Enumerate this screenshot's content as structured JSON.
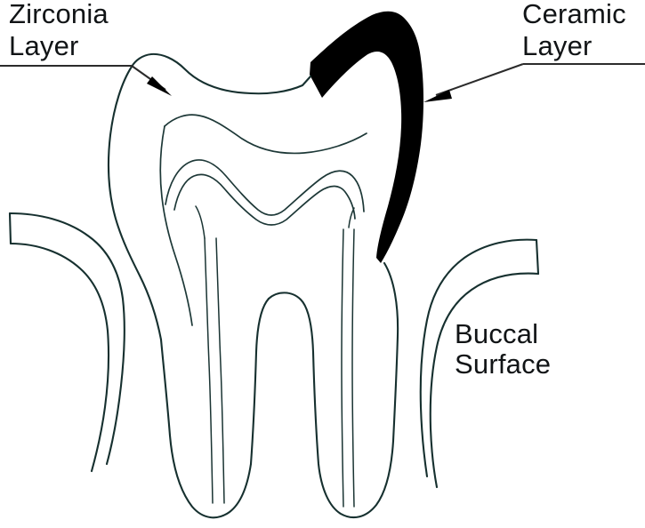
{
  "figure": {
    "title": "Cross-section of a layered dental crown on a molar",
    "background_color": "#ffffff",
    "line_color": "#16302f",
    "ceramic_color": "#000000",
    "text_color": "#111416"
  },
  "labels": {
    "zirconia": {
      "line1": "Zirconia",
      "line2": "Layer",
      "name": "zirconia-layer-label"
    },
    "ceramic": {
      "line1": "Ceramic",
      "line2": "Layer",
      "name": "ceramic-layer-label"
    },
    "buccal": {
      "line1": "Buccal",
      "line2": "Surface",
      "name": "buccal-surface-label"
    }
  },
  "annotations": [
    {
      "id": "zirconia-leader",
      "target": "inner zirconia coping layer beneath the outer crown contour",
      "arrow_direction": "down-right"
    },
    {
      "id": "ceramic-leader",
      "target": "black ceramic veneer band over the distal cusp",
      "arrow_direction": "down-left"
    }
  ],
  "structures": [
    {
      "name": "outer-crown-contour",
      "description": "Outer enamel / veneer crown outline"
    },
    {
      "name": "zirconia-coping-layer",
      "description": "Inner parallel contour forming the zirconia coping"
    },
    {
      "name": "pulp-chamber",
      "description": "V-shaped pulp chamber roof drawn as a double contour"
    },
    {
      "name": "ceramic-veneer-band",
      "description": "Thick black band along the distal/buccal cusp"
    },
    {
      "name": "mesial-root",
      "description": "Left root with root canal"
    },
    {
      "name": "distal-root",
      "description": "Right root with root canal"
    },
    {
      "name": "gingiva-left",
      "description": "Left gingival / bone contour"
    },
    {
      "name": "gingiva-right",
      "description": "Right gingival / bone contour"
    }
  ]
}
